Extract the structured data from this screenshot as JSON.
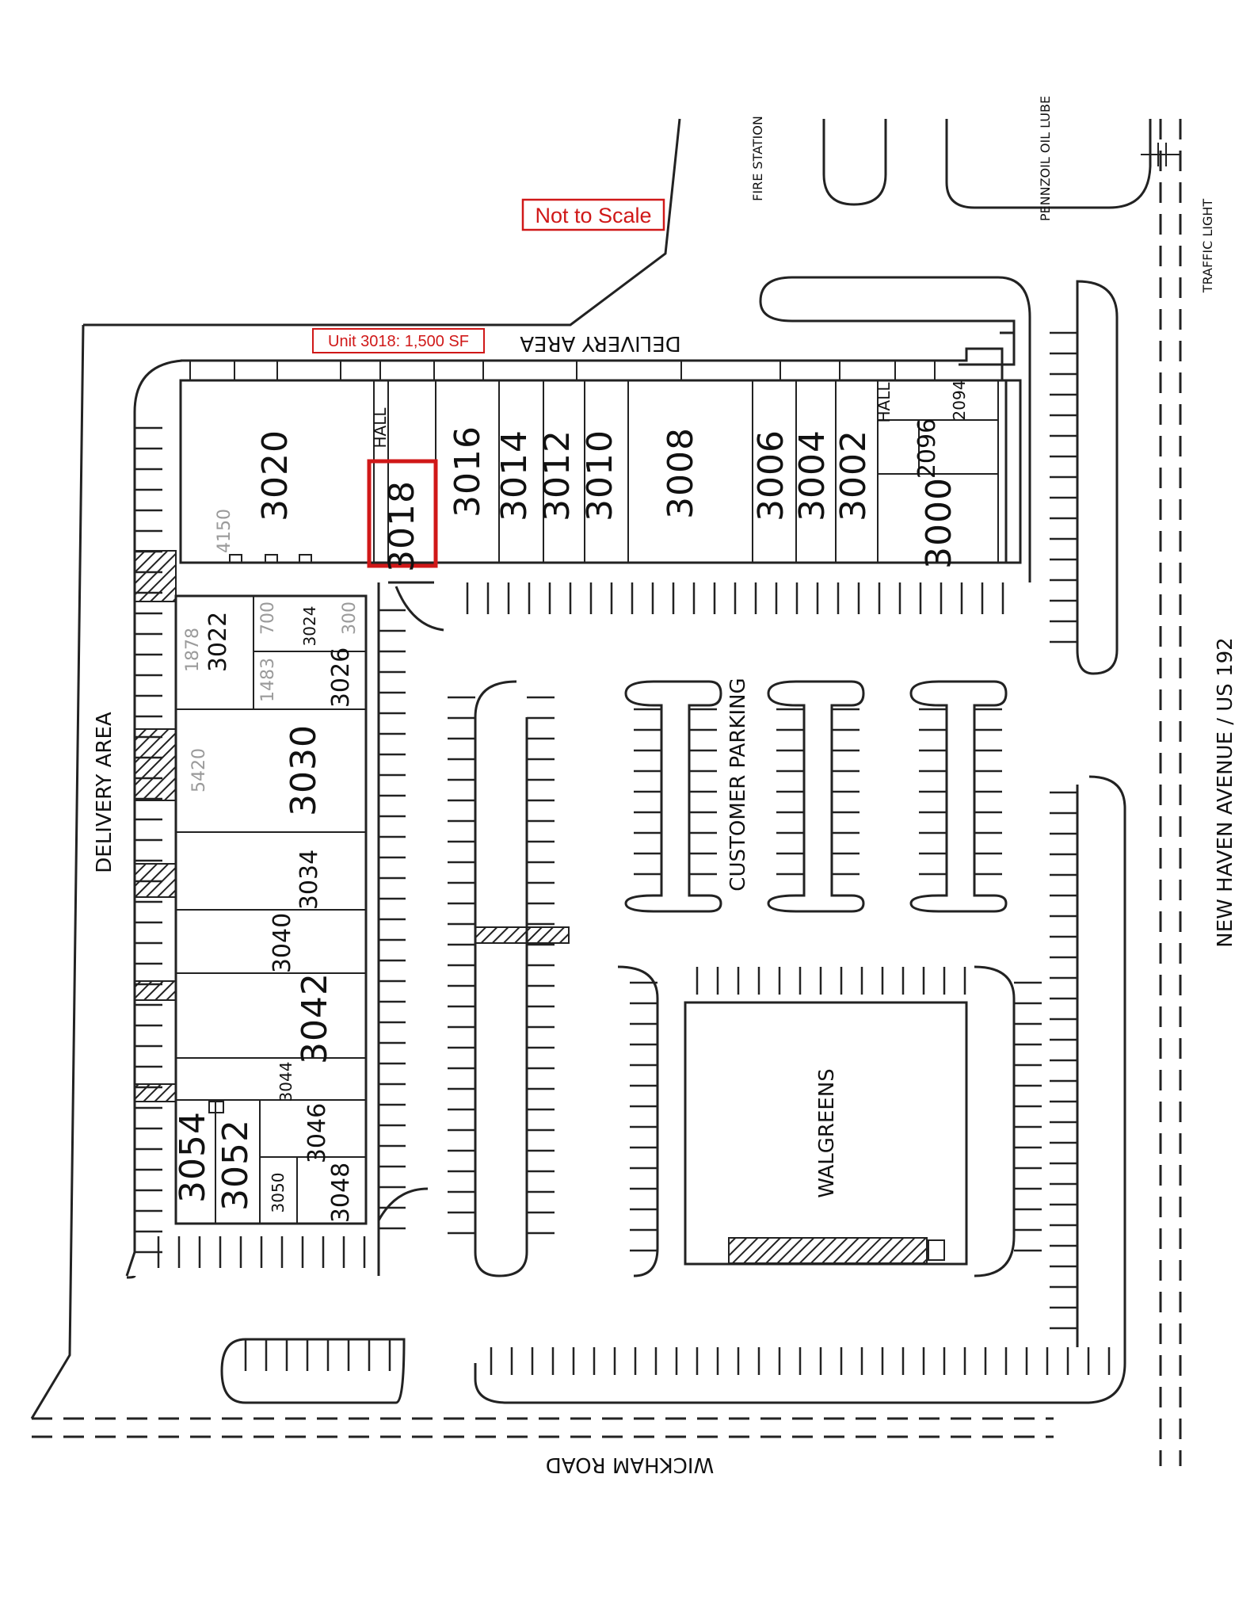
{
  "callouts": {
    "scale_note": "Not to Scale",
    "unit_note": "Unit 3018: 1,500 SF",
    "accent": "#d01818"
  },
  "roads": {
    "top_delivery": "DELIVERY AREA",
    "left_delivery": "DELIVERY AREA",
    "bottom_road": "WICKHAM ROAD",
    "right_road": "NEW HAVEN AVENUE / US 192",
    "customer_parking": "CUSTOMER PARKING",
    "anchor_store": "WALGREENS"
  },
  "landmarks": {
    "fire_station": "FIRE STATION",
    "pennzoil": "PENNZOIL OIL LUBE",
    "traffic_light": "TRAFFIC LIGHT"
  },
  "units": {
    "u3020": "3020",
    "u3018": "3018",
    "u3016": "3016",
    "u3014": "3014",
    "u3012": "3012",
    "u3010": "3010",
    "u3008": "3008",
    "u3006": "3006",
    "u3004": "3004",
    "u3002": "3002",
    "u3000": "3000",
    "u2096": "2096",
    "u2094": "2094",
    "u3022": "3022",
    "u3024": "3024",
    "u3026": "3026",
    "u3030": "3030",
    "u3034": "3034",
    "u3040": "3040",
    "u3042": "3042",
    "u3044": "3044",
    "u3046": "3046",
    "u3048": "3048",
    "u3050": "3050",
    "u3052": "3052",
    "u3054": "3054"
  },
  "sizes": {
    "s3020": "4150",
    "s3022": "1878",
    "s3024": "700",
    "s3026": "1483",
    "s3026b": "300",
    "s3030": "5420"
  },
  "hall_markers": {
    "hall_a": "HALL",
    "hall_b": "HALL"
  }
}
